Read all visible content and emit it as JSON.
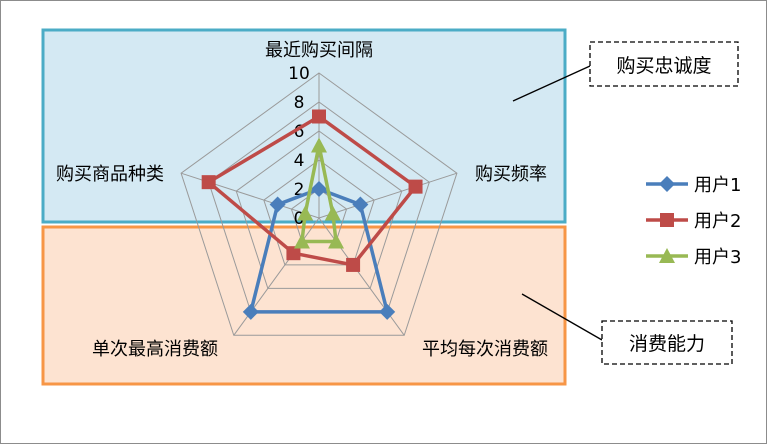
{
  "chart_data": {
    "type": "radar",
    "axes": [
      "最近购买间隔",
      "购买频率",
      "平均每次消费额",
      "单次最高消费额",
      "购买商品种类"
    ],
    "rlim": [
      0,
      10
    ],
    "ticks": [
      "0",
      "2",
      "4",
      "6",
      "8",
      "10"
    ],
    "series": [
      {
        "name": "用户1",
        "color": "#4a7ebb",
        "marker": "diamond",
        "values": [
          2,
          3,
          8,
          8,
          3
        ]
      },
      {
        "name": "用户2",
        "color": "#be4b48",
        "marker": "square",
        "values": [
          7,
          7,
          4,
          3,
          8
        ]
      },
      {
        "name": "用户3",
        "color": "#98b954",
        "marker": "triangle",
        "values": [
          5,
          1,
          2,
          2,
          1
        ]
      }
    ],
    "regions": [
      {
        "label": "购买忠诚度",
        "fill": "#d4e9f3",
        "border": "#4bacc6"
      },
      {
        "label": "消费能力",
        "fill": "#fde3d1",
        "border": "#f79646"
      }
    ]
  }
}
